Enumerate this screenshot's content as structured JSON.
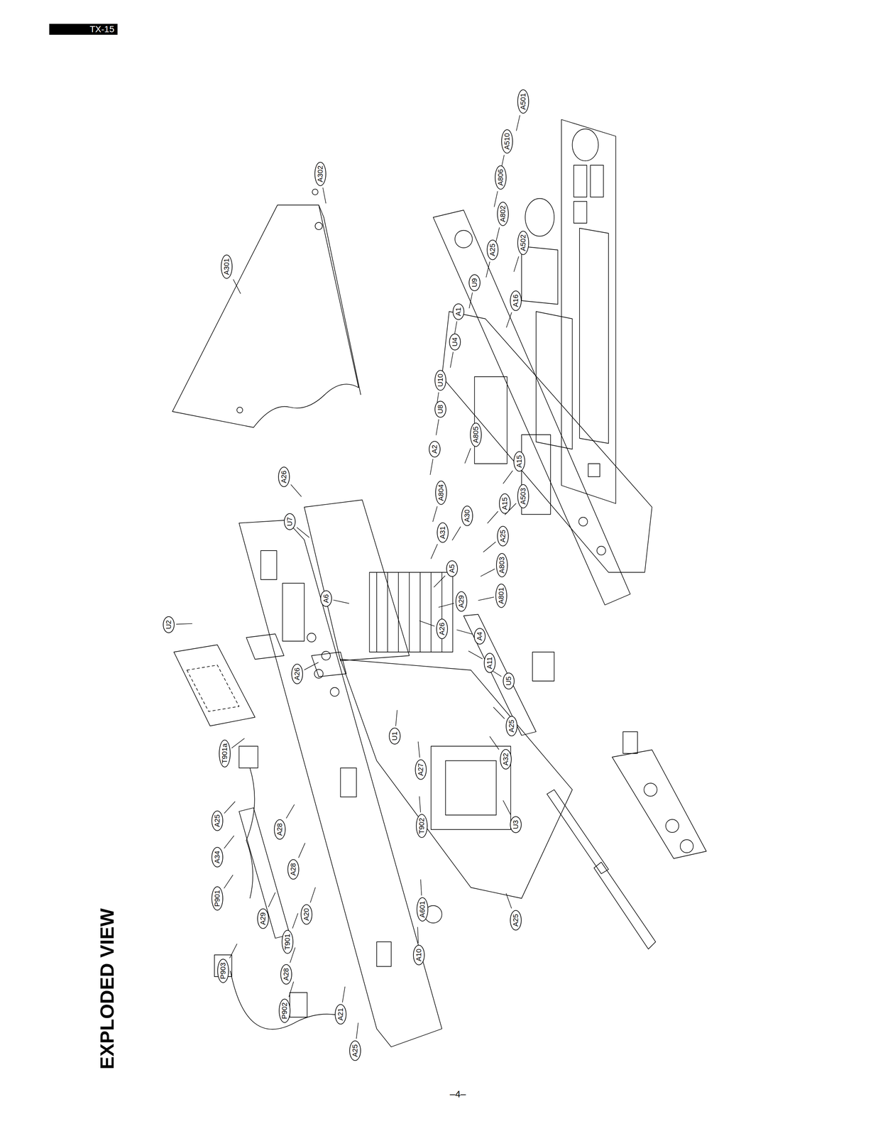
{
  "diagram": {
    "title": "EXPLODED VIEW",
    "labels": [
      "TX-15",
      "A302",
      "A301",
      "A501",
      "A510",
      "A806",
      "A802",
      "A502",
      "A25",
      "U9",
      "A16",
      "A1",
      "U4",
      "U10",
      "U8",
      "A805",
      "A2",
      "A15",
      "A804",
      "A503",
      "A15",
      "A30",
      "A31",
      "A25",
      "A803",
      "A5",
      "A801",
      "A29",
      "A26",
      "A26",
      "U7",
      "A6",
      "U2",
      "A26",
      "A4",
      "A11",
      "U5",
      "A25",
      "U1",
      "T901a",
      "A32",
      "A27",
      "A25",
      "U3",
      "T902",
      "A28",
      "A34",
      "A28",
      "P901",
      "A601",
      "A20",
      "A29",
      "A25",
      "T901",
      "A10",
      "A28",
      "P903",
      "P902",
      "A21",
      "A25",
      "–4–"
    ]
  }
}
